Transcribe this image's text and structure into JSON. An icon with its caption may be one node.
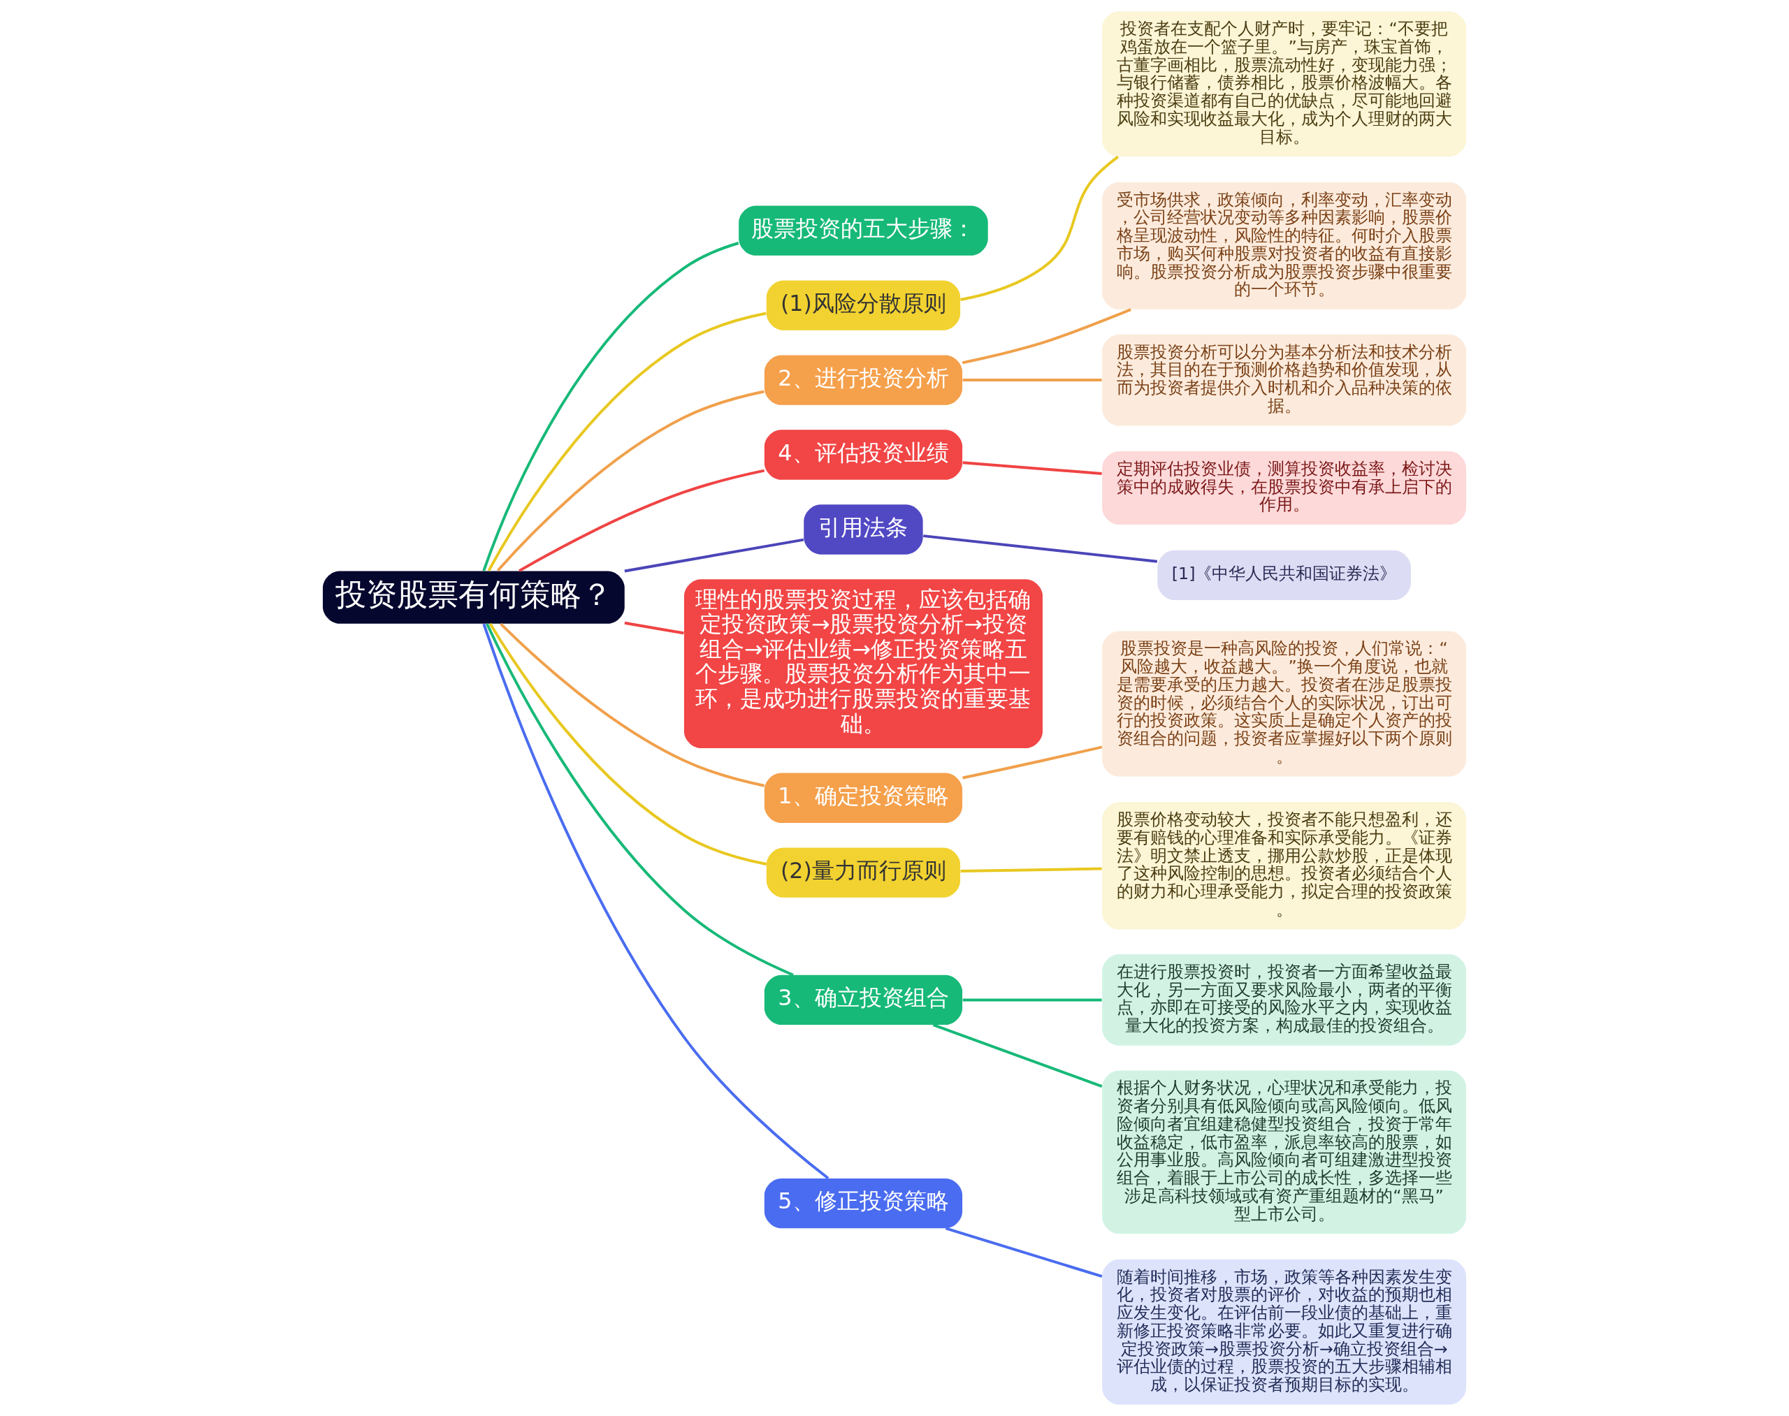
{
  "diagram": {
    "nodes": [
      {
        "text": [
          "投资股票有何策略？"
        ]
      },
      {
        "text": [
          "股票投资的五大步骤："
        ]
      },
      {
        "text": [
          "(1)风险分散原则"
        ]
      },
      {
        "text": [
          "投资者在支配个人财产时，要牢记：“不要把鸡蛋放在一个篮子里。”与房产，珠宝首饰，古董字画相比，股票流动性好，变现能力强；与银行储蓄，债券相比，股票价格波幅大。各种投资渠道都有自己的优缺点，尽可能地回避风险和实现收益最大化，成为个人理财的两大目标。"
        ]
      },
      {
        "text": [
          "2、进行投资分析"
        ]
      },
      {
        "text": [
          "受市场供求，政策倾向，利率变动，汇率变动，公司经营状况变动等多种因素影响，股票价格呈现波动性，风险性的特征。何时介入股票市场，购买何种股票对投资者的收益有直接影响。股票投资分析成为股票投资步骤中很重要的一个环节。"
        ]
      },
      {
        "text": [
          "股票投资分析可以分为基本分析法和技术分析法，其目的在于预测价格趋势和价值发现，从而为投资者提供介入时机和介入品种决策的依据。"
        ]
      },
      {
        "text": [
          "4、评估投资业绩"
        ]
      },
      {
        "text": [
          "定期评估投资业债，测算投资收益率，检讨决策中的成败得失，在股票投资中有承上启下的作用。"
        ]
      },
      {
        "text": [
          "引用法条"
        ]
      },
      {
        "text": [
          "[1]《中华人民共和国证券法》"
        ]
      },
      {
        "text": [
          "理性的股票投资过程，应该包括确定投资政策→股票投资分析→投资组合→评估业绩→修正投资策略五个步骤。股票投资分析作为其中一环，是成功进行股票投资的重要基础。"
        ]
      },
      {
        "text": [
          "1、确定投资策略"
        ]
      },
      {
        "text": [
          "股票投资是一种高风险的投资，人们常说：“风险越大，收益越大。”换一个角度说，也就是需要承受的压力越大。投资者在涉足股票投资的时候，必须结合个人的实际状况，订出可行的投资政策。这实质上是确定个人资产的投资组合的问题，投资者应掌握好以下两个原则。"
        ]
      },
      {
        "text": [
          "(2)量力而行原则"
        ]
      },
      {
        "text": [
          "股票价格变动较大，投资者不能只想盈利，还要有赔钱的心理准备和实际承受能力。《证券法》明文禁止透支，挪用公款炒股，正是体现了这种风险控制的思想。投资者必须结合个人的财力和心理承受能力，拟定合理的投资政策。"
        ]
      },
      {
        "text": [
          "3、确立投资组合"
        ]
      },
      {
        "text": [
          "在进行股票投资时，投资者一方面希望收益最大化，另一方面又要求风险最小，两者的平衡点，亦即在可接受的风险水平之内，实现收益量大化的投资方案，构成最佳的投资组合。"
        ]
      },
      {
        "text": [
          "根据个人财务状况，心理状况和承受能力，投资者分别具有低风险倾向或高风险倾向。低风险倾向者宜组建稳健型投资组合，投资于常年收益稳定，低市盈率，派息率较高的股票，如公用事业股。高风险倾向者可组建激进型投资组合，着眼于上市公司的成长性，多选择一些涉足高科技领域或有资产重组题材的“黑马”型上市公司。"
        ]
      },
      {
        "text": [
          "5、修正投资策略"
        ]
      },
      {
        "text": [
          "随着时间推移，市场，政策等各种因素发生变化，投资者对股票的评价，对收益的预期也相应发生变化。在评估前一段业债的基础上，重新修正投资策略非常必要。如此又重复进行确定投资政策→股票投资分析→确立投资组合→评估业债的过程，股票投资的五大步骤相辅相成，以保证投资者预期目标的实现。"
        ]
      }
    ],
    "edges": [
      {
        "from": 0,
        "to": 1,
        "arrow": "none",
        "color": "#17b978"
      },
      {
        "from": 0,
        "to": 2,
        "arrow": "none",
        "color": "#e8c820"
      },
      {
        "from": 2,
        "to": 3,
        "arrow": "none",
        "color": "#e8c820"
      },
      {
        "from": 0,
        "to": 4,
        "arrow": "none",
        "color": "#f0a04b"
      },
      {
        "from": 4,
        "to": 5,
        "arrow": "none",
        "color": "#f0a04b"
      },
      {
        "from": 4,
        "to": 6,
        "arrow": "none",
        "color": "#f0a04b"
      },
      {
        "from": 0,
        "to": 7,
        "arrow": "none",
        "color": "#f04343"
      },
      {
        "from": 7,
        "to": 8,
        "arrow": "none",
        "color": "#f04343"
      },
      {
        "from": 0,
        "to": 9,
        "arrow": "none",
        "color": "#4b45b8"
      },
      {
        "from": 9,
        "to": 10,
        "arrow": "none",
        "color": "#4b45b8"
      },
      {
        "from": 0,
        "to": 11,
        "arrow": "none",
        "color": "#f04343"
      },
      {
        "from": 0,
        "to": 12,
        "arrow": "none",
        "color": "#f0a04b"
      },
      {
        "from": 12,
        "to": 13,
        "arrow": "none",
        "color": "#f0a04b"
      },
      {
        "from": 0,
        "to": 14,
        "arrow": "none",
        "color": "#e8c820"
      },
      {
        "from": 14,
        "to": 15,
        "arrow": "none",
        "color": "#e8c820"
      },
      {
        "from": 0,
        "to": 16,
        "arrow": "none",
        "color": "#17b978"
      },
      {
        "from": 16,
        "to": 17,
        "arrow": "none",
        "color": "#17b978"
      },
      {
        "from": 16,
        "to": 18,
        "arrow": "none",
        "color": "#17b978"
      },
      {
        "from": 0,
        "to": 19,
        "arrow": "none",
        "color": "#4a6cf0"
      },
      {
        "from": 19,
        "to": 20,
        "arrow": "none",
        "color": "#4a6cf0"
      }
    ]
  }
}
